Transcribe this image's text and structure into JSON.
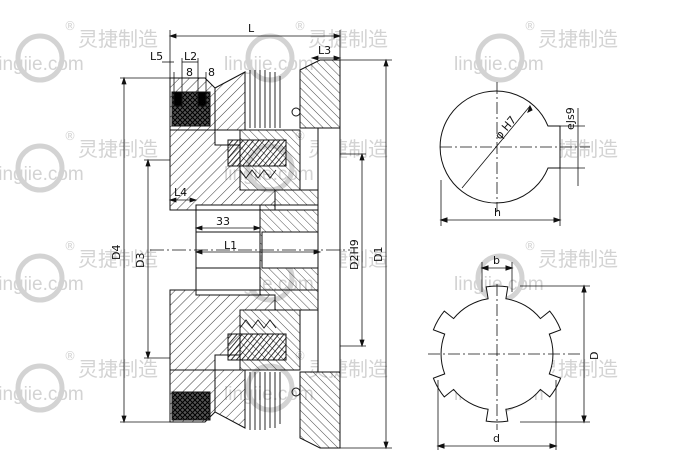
{
  "watermark": {
    "brand_cn": "灵捷制造",
    "registered": "®",
    "url": "lingjie.com",
    "color": "#d3d3d3"
  },
  "labels": {
    "L": "L",
    "L1": "L1",
    "L2": "L2",
    "L3": "L3",
    "L4": "L4",
    "L5": "L5",
    "eight_a": "8",
    "eight_b": "8",
    "thirty_three": "33",
    "D1": "D1",
    "D2H9": "D2H9",
    "D3": "D3",
    "D4": "D4",
    "phi_H7": "φ H7",
    "e_js9": "eJs9",
    "h": "h",
    "b": "b",
    "D": "D",
    "d": "d"
  },
  "colors": {
    "line": "#111111",
    "hatch": "#222222",
    "watermark": "#d3d3d3"
  }
}
